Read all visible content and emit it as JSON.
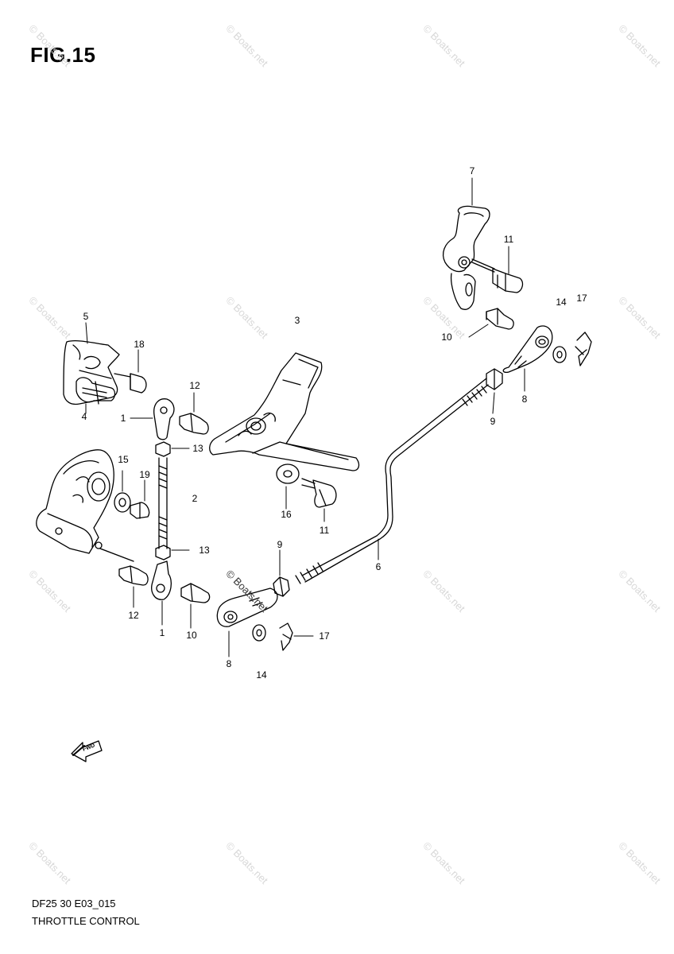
{
  "figure": {
    "title": "FIG.15"
  },
  "footer": {
    "code": "DF25 30 E03_015",
    "caption": "THROTTLE CONTROL"
  },
  "fwd_arrow": {
    "label": "FWD"
  },
  "watermark": {
    "text": "© Boats.net"
  },
  "callouts": [
    {
      "id": "c7",
      "text": "7"
    },
    {
      "id": "c11a",
      "text": "11"
    },
    {
      "id": "c14a",
      "text": "14"
    },
    {
      "id": "c17a",
      "text": "17"
    },
    {
      "id": "c10a",
      "text": "10"
    },
    {
      "id": "c3",
      "text": "3"
    },
    {
      "id": "c5",
      "text": "5"
    },
    {
      "id": "c18",
      "text": "18"
    },
    {
      "id": "c4",
      "text": "4"
    },
    {
      "id": "c12a",
      "text": "12"
    },
    {
      "id": "c1a",
      "text": "1"
    },
    {
      "id": "c13a",
      "text": "13"
    },
    {
      "id": "c8a",
      "text": "8"
    },
    {
      "id": "c9a",
      "text": "9"
    },
    {
      "id": "c15",
      "text": "15"
    },
    {
      "id": "c19",
      "text": "19"
    },
    {
      "id": "c2",
      "text": "2"
    },
    {
      "id": "c16",
      "text": "16"
    },
    {
      "id": "c11b",
      "text": "11"
    },
    {
      "id": "c9b",
      "text": "9"
    },
    {
      "id": "c6",
      "text": "6"
    },
    {
      "id": "c13b",
      "text": "13"
    },
    {
      "id": "c12b",
      "text": "12"
    },
    {
      "id": "c1b",
      "text": "1"
    },
    {
      "id": "c10b",
      "text": "10"
    },
    {
      "id": "c8b",
      "text": "8"
    },
    {
      "id": "c17b",
      "text": "17"
    },
    {
      "id": "c14b",
      "text": "14"
    }
  ]
}
